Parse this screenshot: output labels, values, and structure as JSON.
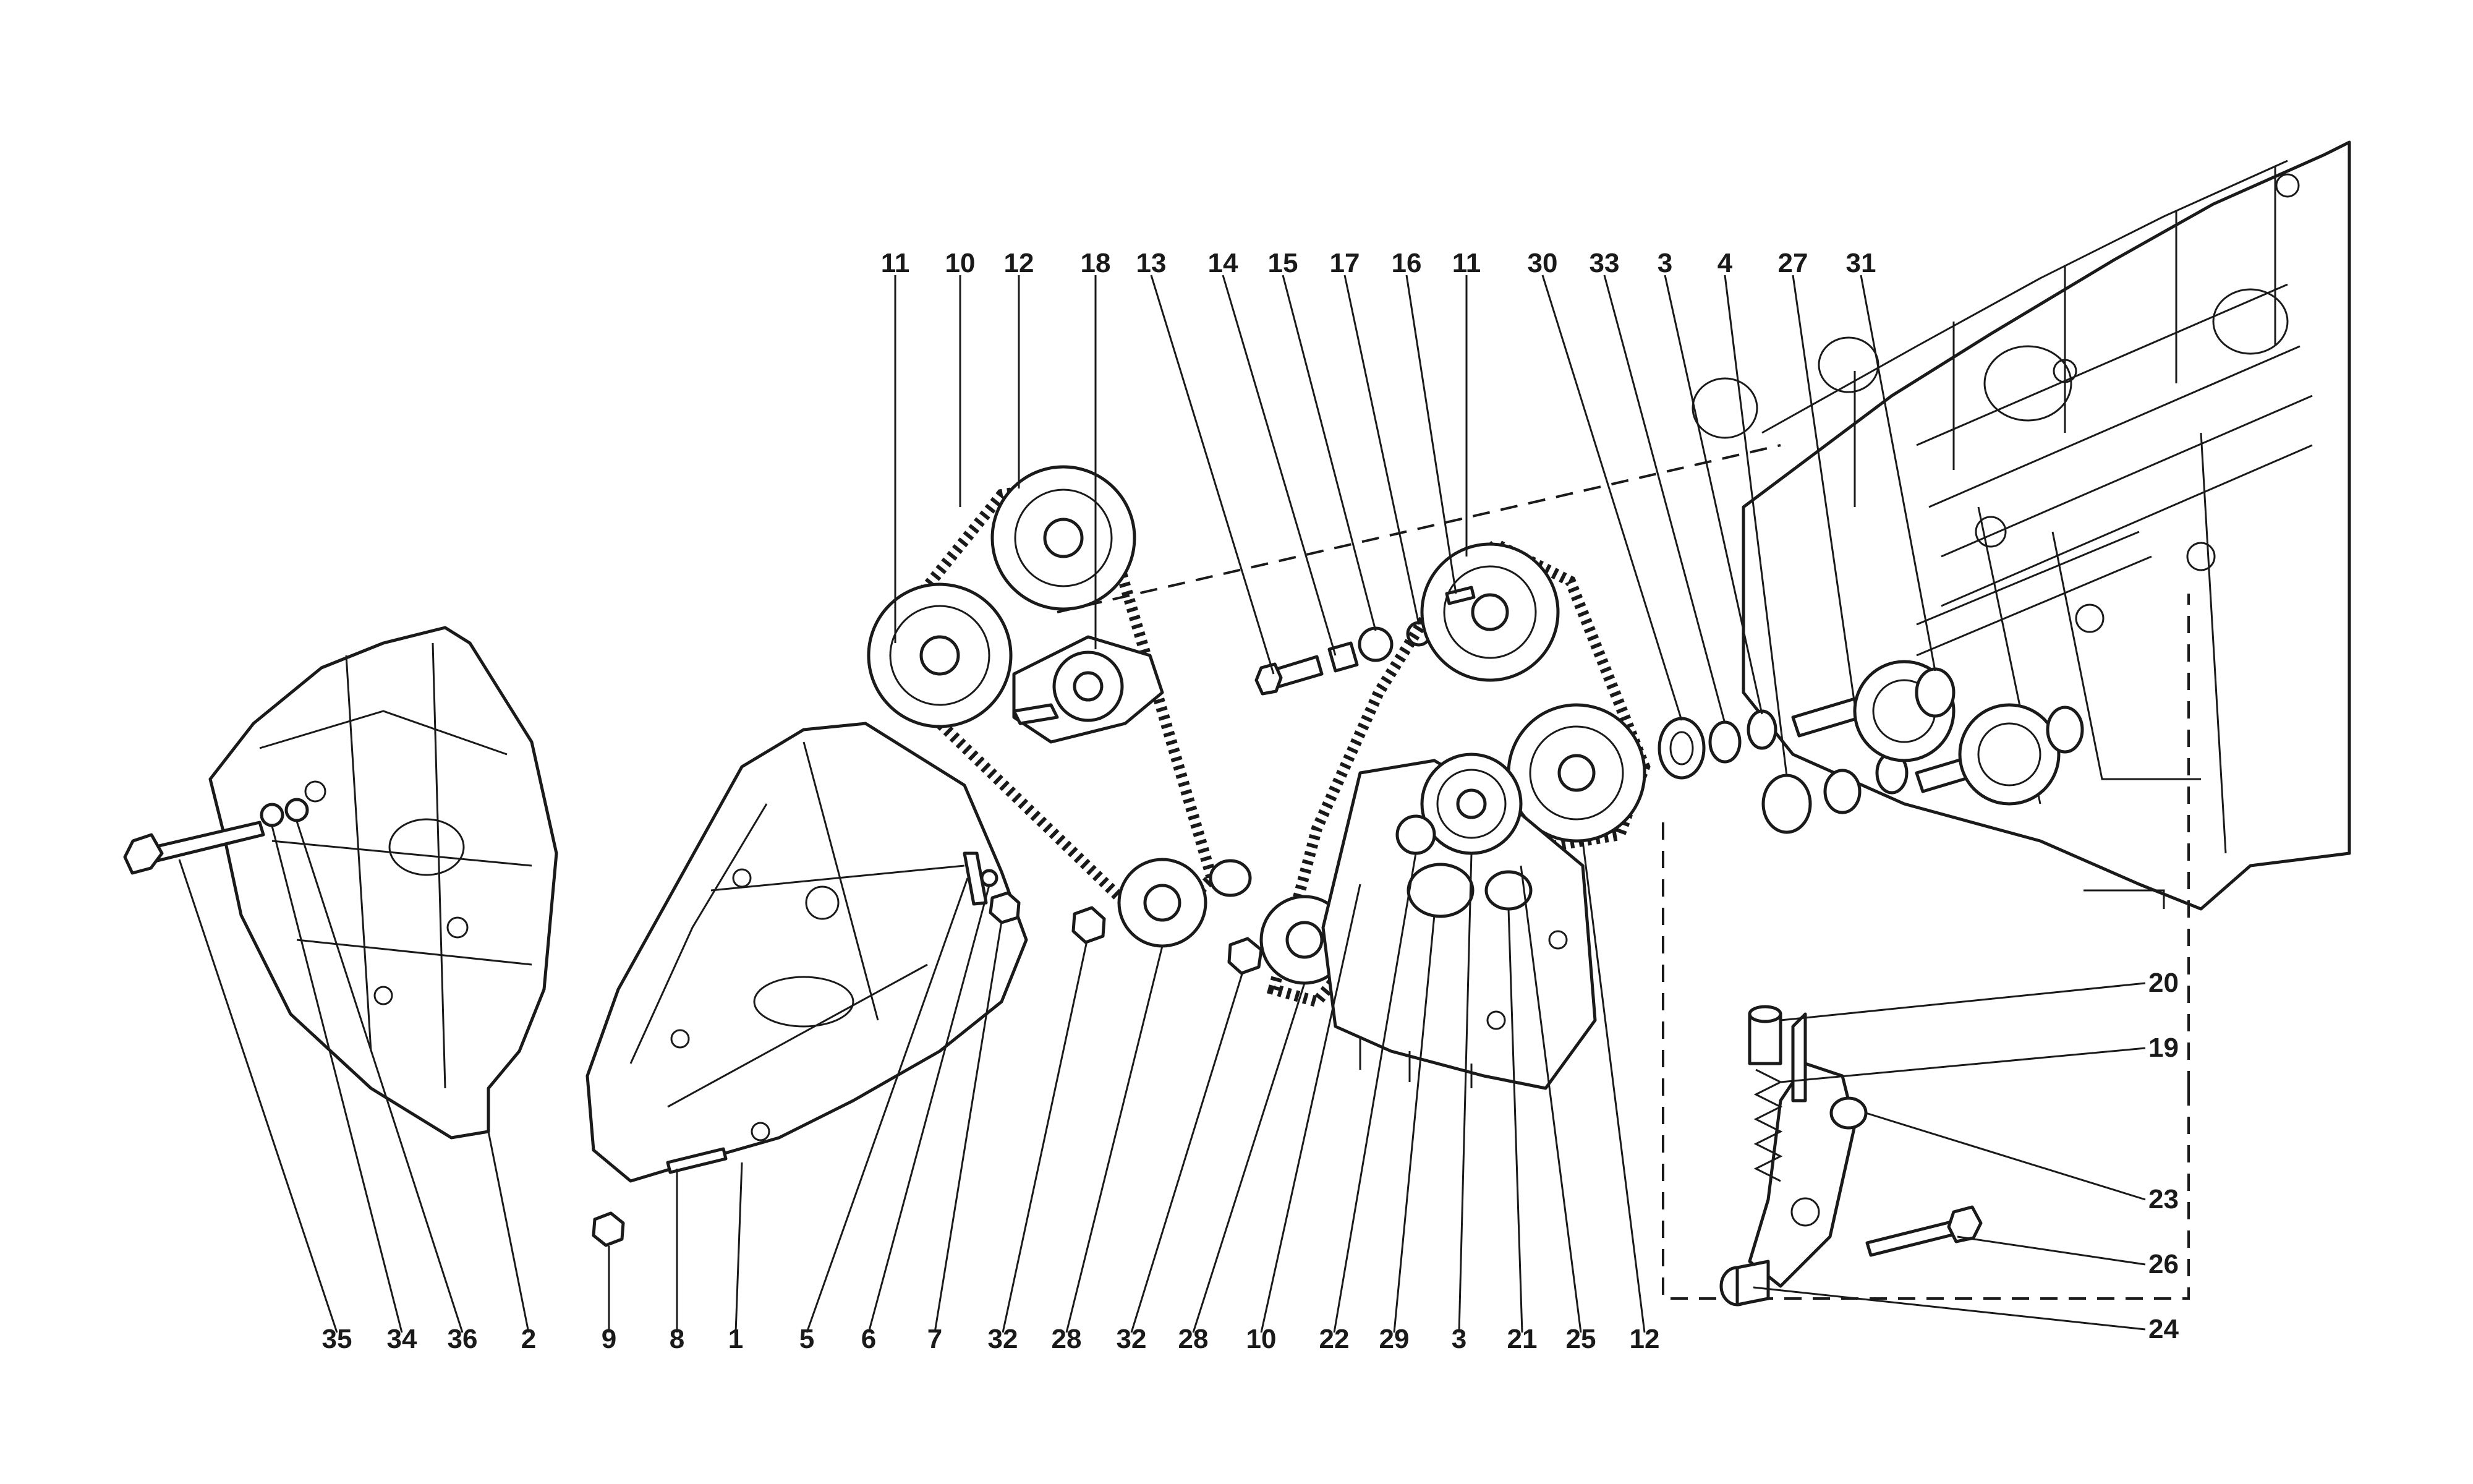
{
  "top_labels": [
    "11",
    "10",
    "12",
    "18",
    "13",
    "14",
    "15",
    "17",
    "16",
    "11",
    "30",
    "33",
    "3",
    "4",
    "27",
    "31"
  ],
  "bottom_labels": [
    "35",
    "34",
    "36",
    "2",
    "9",
    "8",
    "1",
    "5",
    "6",
    "7",
    "32",
    "28",
    "32",
    "28",
    "10",
    "22",
    "29",
    "3",
    "21",
    "25",
    "12"
  ],
  "right_labels": [
    "20",
    "19",
    "23",
    "26",
    "24"
  ]
}
